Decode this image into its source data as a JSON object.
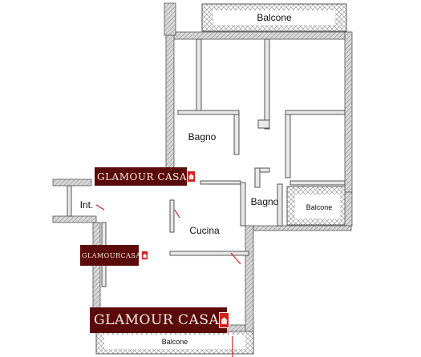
{
  "rooms": {
    "balcone_top": "Balcone",
    "bagno_1": "Bagno",
    "bagno_2": "Bagno",
    "balcone_right": "Balcone",
    "cucina": "Cucina",
    "ingresso": "Int.",
    "balcone_bottom": "Balcone"
  },
  "watermark": {
    "brand_left": "GLAMOUR",
    "brand_right": "CASA"
  },
  "colors": {
    "wall_hatch": "#9a9a9a",
    "logo_bg": "#5b0a0a",
    "logo_badge": "#d32020",
    "door_marker": "#cc2222"
  }
}
